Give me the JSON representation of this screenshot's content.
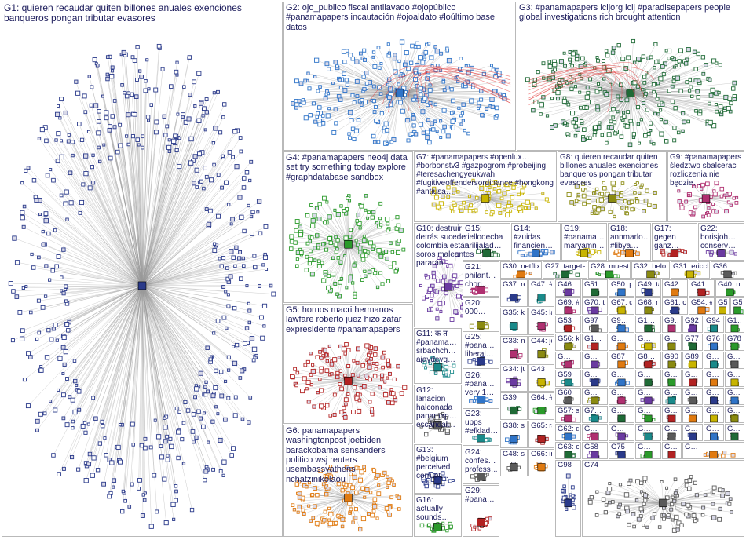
{
  "colors": {
    "G1": "#2a3a8a",
    "G2": "#2f74c8",
    "G3": "#1f6a36",
    "G4": "#2a9a2a",
    "G5": "#b22222",
    "G6": "#e07a10",
    "G7": "#c8b400",
    "G8": "#8a8a10",
    "G9": "#b03070",
    "edge": "#9a9a9a",
    "edge_hot": "#e23c3c",
    "border": "#b9b9b9"
  },
  "groups": [
    {
      "id": "G1",
      "label": "G1: quieren recaudar quiten billones anuales exenciones banqueros pongan tributar evasores"
    },
    {
      "id": "G2",
      "label": "G2: ojo_publico fiscal antilavado #ojopúblico #panamapapers incautación #ojoaldato #loúltimo base datos"
    },
    {
      "id": "G3",
      "label": "G3: #panamapapers icijorg icij #paradisepapers people global investigations rich brought attention"
    },
    {
      "id": "G4",
      "label": "G4: #panamapapers neo4j data set try something today explore #graphdatabase sandbox"
    },
    {
      "id": "G5",
      "label": "G5: hornos macri hermanos lawfare roberto juez hizo zafar expresidente #panamapapers"
    },
    {
      "id": "G6",
      "label": "G6: panamapapers washingtonpost joebiden barackobama sensanders politico wsj reuters usembassyathens nchatzinikolaou"
    },
    {
      "id": "G7",
      "label": "G7: #panamapapers #openlux… #borbonstv3 #gazpogrom #probeijing #teresachengyeukwah #fugitiveoffendersordinance #hongkong #antiusa…"
    },
    {
      "id": "G8",
      "label": "G8: quieren recaudar quiten billones anuales exenciones banqueros pongan tributar evasores"
    },
    {
      "id": "G9",
      "label": "G9: #panamapapers śledztwo sbalcerac rozliczenia nie będzie…"
    },
    {
      "id": "G10",
      "label": "G10: destruir detrás sucede colombia están soros maleantes pararán…"
    },
    {
      "id": "G11",
      "label": "G11: क त #panama… srbachch… ajaydevg…"
    },
    {
      "id": "G12",
      "label": "G12: lanacion halconada panamap… escándal…"
    },
    {
      "id": "G13",
      "label": "G13: #belgium perceived corrupt…"
    },
    {
      "id": "G14",
      "label": "G14: #zuidas financien…"
    },
    {
      "id": "G15",
      "label": "G15: riellodecba arilijalad…"
    },
    {
      "id": "G16",
      "label": "G16: actually sounds…"
    },
    {
      "id": "G17",
      "label": "G17: gegen ganz…"
    },
    {
      "id": "G18",
      "label": "G18: annmarlo… #libya…"
    },
    {
      "id": "G19",
      "label": "G19: #panama… maryamn…"
    },
    {
      "id": "G20",
      "label": "G20: 000…"
    },
    {
      "id": "G21",
      "label": "G21: philant… chori…"
    },
    {
      "id": "G22",
      "label": "G22: borisjoh… conserv…"
    },
    {
      "id": "G23",
      "label": "G23: upps #efklad…"
    },
    {
      "id": "G24",
      "label": "G24: confes… profess…"
    },
    {
      "id": "G25",
      "label": "G25: #pana… liberal…"
    },
    {
      "id": "G26",
      "label": "G26: #pana… very 1…"
    },
    {
      "id": "G27",
      "label": "G27: targeted…"
    },
    {
      "id": "G28",
      "label": "G28: muestra…"
    },
    {
      "id": "G29",
      "label": "G29: #pana…"
    },
    {
      "id": "G30",
      "label": "G30: netflix…"
    },
    {
      "id": "G31",
      "label": "G31: ericchris…"
    },
    {
      "id": "G32",
      "label": "G32: belo…"
    },
    {
      "id": "G33",
      "label": "G33: nayi… c3ja…"
    },
    {
      "id": "G34",
      "label": "G34: justic… maur…"
    },
    {
      "id": "G35",
      "label": "G35: kam… #aze…"
    },
    {
      "id": "G36",
      "label": "G36"
    },
    {
      "id": "G37",
      "label": "G37: realb… ydan…"
    },
    {
      "id": "G38",
      "label": "G38: se…"
    },
    {
      "id": "G39",
      "label": "G39"
    },
    {
      "id": "G40",
      "label": "G40: num…"
    },
    {
      "id": "G41",
      "label": "G41"
    },
    {
      "id": "G42",
      "label": "G42"
    },
    {
      "id": "G43",
      "label": "G43"
    },
    {
      "id": "G44",
      "label": "G44: jers…"
    },
    {
      "id": "G45",
      "label": "G45: late…"
    },
    {
      "id": "G46",
      "label": "G46"
    },
    {
      "id": "G47",
      "label": "G47: #hab…"
    },
    {
      "id": "G48",
      "label": "G48: seul…"
    },
    {
      "id": "G49",
      "label": "G49: tax…"
    },
    {
      "id": "G50",
      "label": "G50: pana…"
    },
    {
      "id": "G51",
      "label": "G51"
    },
    {
      "id": "G52",
      "label": "G52: hide…"
    },
    {
      "id": "G53",
      "label": "G53"
    },
    {
      "id": "G54",
      "label": "G54: #tro…"
    },
    {
      "id": "G55",
      "label": "G55: na…"
    },
    {
      "id": "G56",
      "label": "G56: kyl…"
    },
    {
      "id": "G57",
      "label": "G57: ser…"
    },
    {
      "id": "G58",
      "label": "G58"
    },
    {
      "id": "G59",
      "label": "G59"
    },
    {
      "id": "G60",
      "label": "G60"
    },
    {
      "id": "G61",
      "label": "G61: com…"
    },
    {
      "id": "G62",
      "label": "G62: qua…"
    },
    {
      "id": "G63",
      "label": "G63: opo…"
    },
    {
      "id": "G64",
      "label": "G64: #as…"
    },
    {
      "id": "G65",
      "label": "G65: ralp…"
    },
    {
      "id": "G66",
      "label": "G66: inve…"
    },
    {
      "id": "G67",
      "label": "G67: der…"
    },
    {
      "id": "G68",
      "label": "G68: narc…"
    },
    {
      "id": "G69",
      "label": "G69: #kp…"
    },
    {
      "id": "G70",
      "label": "G70: thos…"
    },
    {
      "id": "G73",
      "label": "G7…"
    },
    {
      "id": "G74",
      "label": "G74"
    },
    {
      "id": "G75",
      "label": "G75"
    },
    {
      "id": "G76",
      "label": "G76"
    },
    {
      "id": "G77",
      "label": "G77"
    },
    {
      "id": "G78",
      "label": "G78"
    },
    {
      "id": "G86",
      "label": "G8…"
    },
    {
      "id": "G87",
      "label": "G87"
    },
    {
      "id": "G89",
      "label": "G89"
    },
    {
      "id": "G90",
      "label": "G90"
    },
    {
      "id": "G91",
      "label": "G9…"
    },
    {
      "id": "G92",
      "label": "G92"
    },
    {
      "id": "G94",
      "label": "G94"
    },
    {
      "id": "G97",
      "label": "G97"
    },
    {
      "id": "G98",
      "label": "G98"
    },
    {
      "id": "G99",
      "label": "G9…"
    },
    {
      "id": "G100",
      "label": "G1…"
    },
    {
      "id": "G101",
      "label": "G1…"
    },
    {
      "id": "G102",
      "label": "G1…"
    },
    {
      "id": "G103",
      "label": "G…"
    },
    {
      "id": "G104",
      "label": "G…"
    },
    {
      "id": "G105",
      "label": "G…"
    },
    {
      "id": "G106",
      "label": "G…"
    },
    {
      "id": "G107",
      "label": "G…"
    },
    {
      "id": "G108",
      "label": "G…"
    },
    {
      "id": "G109",
      "label": "G…"
    },
    {
      "id": "G110",
      "label": "G…"
    },
    {
      "id": "G111",
      "label": "G…"
    },
    {
      "id": "G112",
      "label": "G…"
    },
    {
      "id": "G113",
      "label": "G…"
    },
    {
      "id": "G114",
      "label": "G…"
    },
    {
      "id": "G115",
      "label": "G…"
    },
    {
      "id": "G116",
      "label": "G…"
    },
    {
      "id": "G117",
      "label": "G…"
    },
    {
      "id": "G118",
      "label": "G…"
    },
    {
      "id": "G119",
      "label": "G…"
    },
    {
      "id": "G120",
      "label": "G…"
    },
    {
      "id": "G121",
      "label": "G…"
    },
    {
      "id": "G122",
      "label": "G…"
    },
    {
      "id": "G123",
      "label": "G…"
    },
    {
      "id": "G124",
      "label": "G…"
    },
    {
      "id": "G125",
      "label": "G…"
    },
    {
      "id": "G126",
      "label": "G…"
    },
    {
      "id": "G127",
      "label": "G…"
    },
    {
      "id": "G128",
      "label": "G…"
    },
    {
      "id": "G129",
      "label": "G…"
    },
    {
      "id": "G130",
      "label": "G…"
    },
    {
      "id": "G131",
      "label": "G…"
    },
    {
      "id": "G132",
      "label": "G…"
    },
    {
      "id": "G133",
      "label": "G…"
    },
    {
      "id": "G134",
      "label": "G…"
    },
    {
      "id": "G135",
      "label": "G…"
    },
    {
      "id": "G136",
      "label": "G…"
    },
    {
      "id": "G137",
      "label": "G…"
    },
    {
      "id": "G138",
      "label": "G…"
    },
    {
      "id": "G139",
      "label": "G…"
    }
  ]
}
